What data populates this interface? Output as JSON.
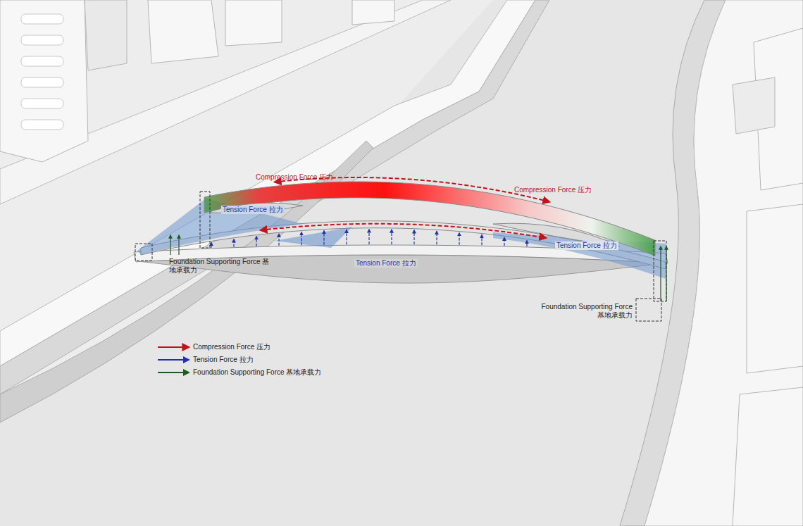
{
  "diagram": {
    "labels": [
      "Compression Force 压力",
      "Compression Force 压力",
      "Tension Force 拉力",
      "Tension Force 拉力",
      "Tension Force 拉力",
      "Foundation Supporting Force 基地承载力",
      "Foundation Supporting Force 基地承载力"
    ],
    "legend": [
      {
        "text": "Compression Force 压力"
      },
      {
        "text": "Tension Force 拉力"
      },
      {
        "text": "Foundation Supporting Force 基地承载力"
      }
    ]
  }
}
